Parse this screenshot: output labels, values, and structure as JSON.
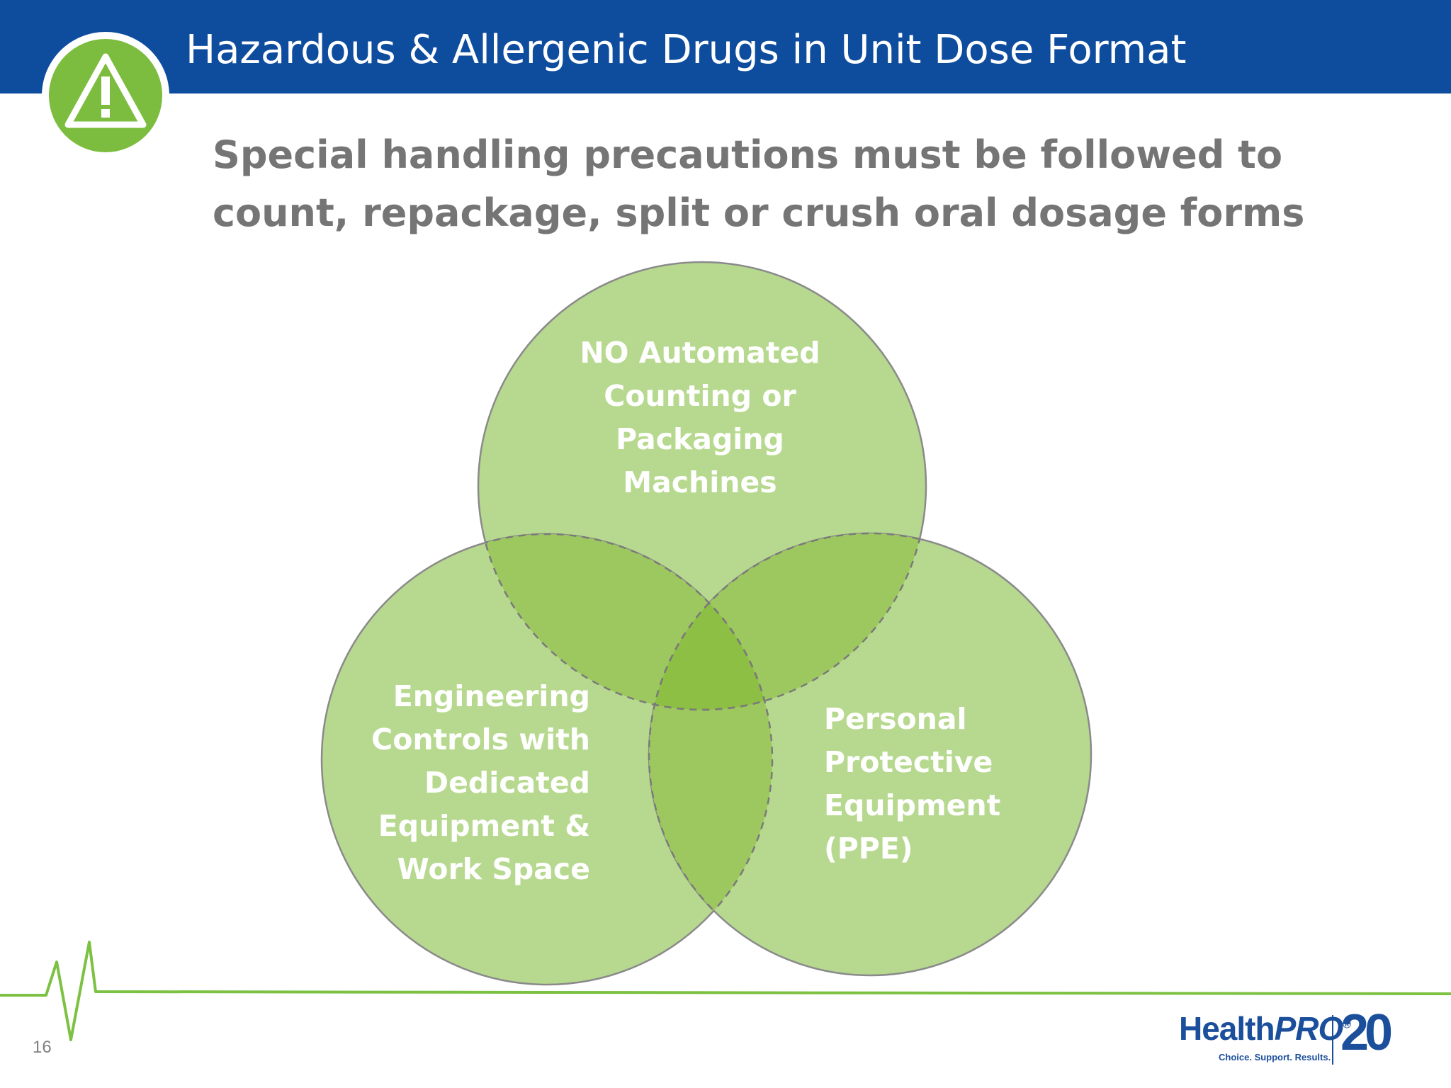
{
  "header": {
    "title": "Hazardous & Allergenic Drugs in Unit Dose Format",
    "icon": "warning-triangle-icon"
  },
  "subtitle": {
    "lines": [
      "Special handling precautions must be followed to",
      "count, repackage, split or crush oral dosage forms"
    ]
  },
  "venn": {
    "top": [
      "NO Automated",
      "Counting or",
      "Packaging",
      "Machines"
    ],
    "left": [
      "Engineering",
      "Controls with",
      "Dedicated",
      "Equipment &",
      "Work Space"
    ],
    "right": [
      "Personal",
      "Protective",
      "Equipment",
      "(PPE)"
    ]
  },
  "footer": {
    "page_number": "16",
    "logo_text": "Health",
    "logo_italic": "PRO",
    "logo_mark": "®",
    "tagline": "Choice. Support. Results.",
    "anniversary": "20"
  },
  "colors": {
    "header_blue": "#0e4c9e",
    "badge_green": "#7cbd3f",
    "circle_fill": "#b7d98f",
    "overlap_fill": "#9dc85f",
    "center_fill": "#8cbf43",
    "pulse_green": "#7cc142",
    "logo_blue": "#1b4f9c"
  }
}
